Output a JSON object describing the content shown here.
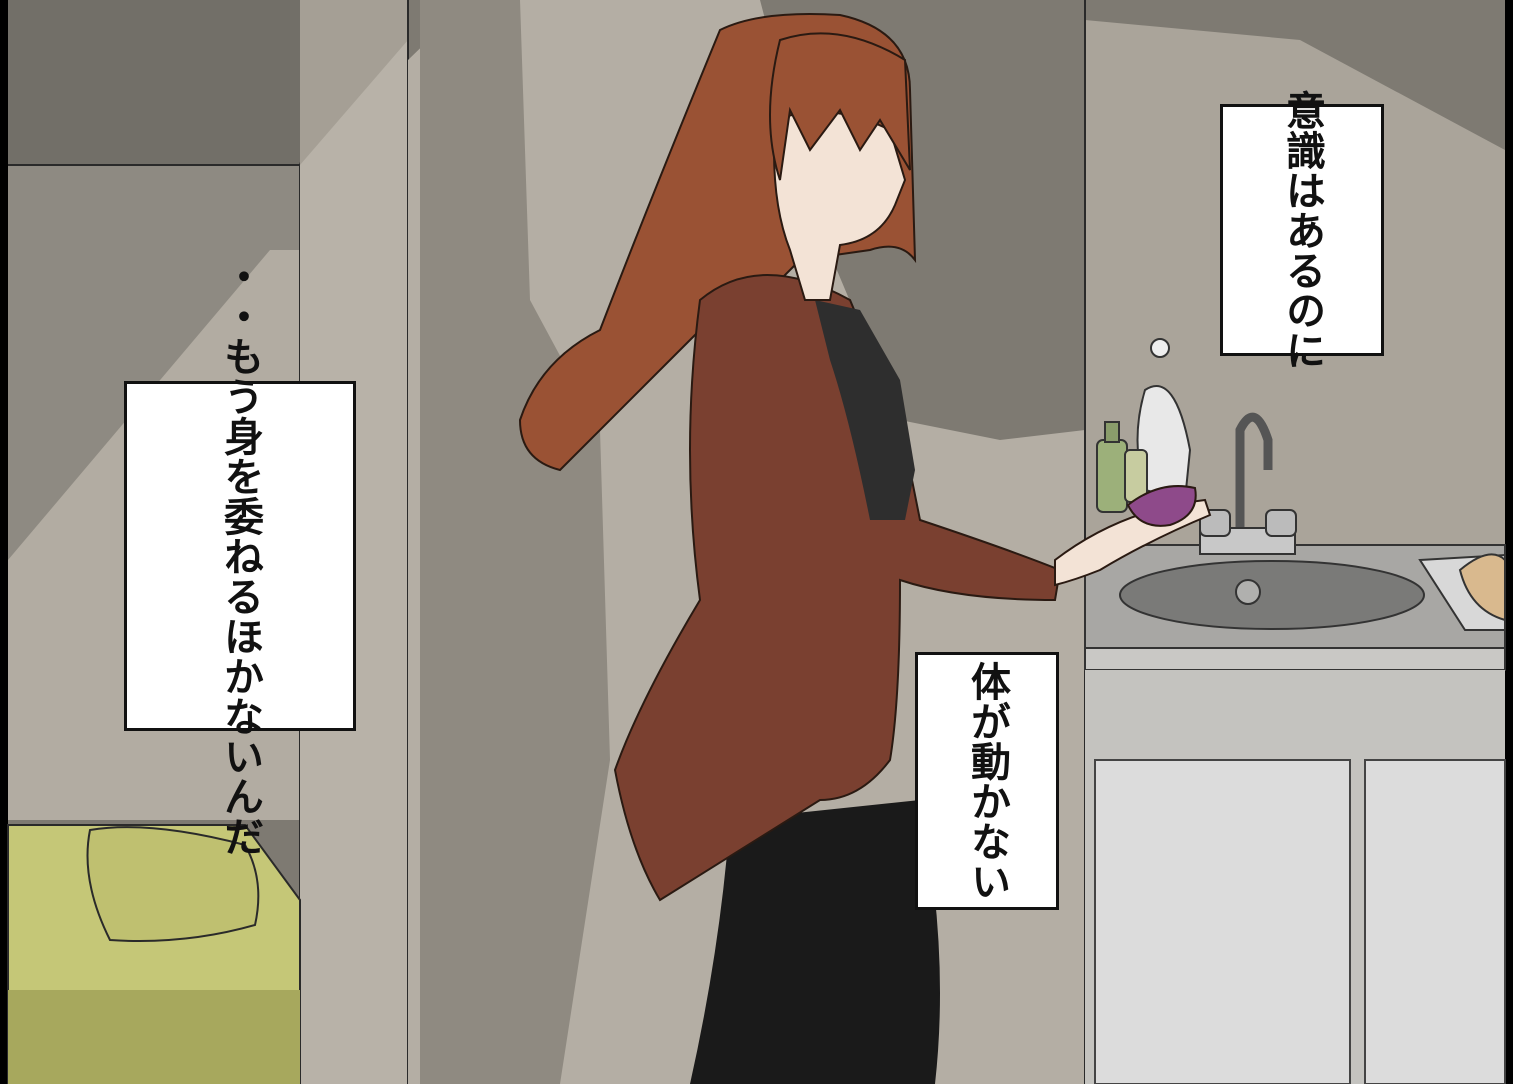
{
  "panel": {
    "captions": [
      {
        "lines": [
          "意識は",
          "あるのに"
        ]
      },
      {
        "lines": [
          "・・もう",
          "身を委ねる",
          "ほかないんだ"
        ]
      },
      {
        "lines": [
          "体が",
          "動かない"
        ]
      }
    ]
  },
  "colors": {
    "wall": "#7e7a72",
    "wall_light": "#b4aea4",
    "wall_shadow": "#6b6861",
    "hair": "#9a5234",
    "jacket": "#7a4030",
    "shirt": "#2e2e2e",
    "pants": "#1a1a1a",
    "skin": "#f3e3d6",
    "counter": "#a8a7a4",
    "cabinet": "#d6d6d6",
    "bed": "#c5c777"
  }
}
